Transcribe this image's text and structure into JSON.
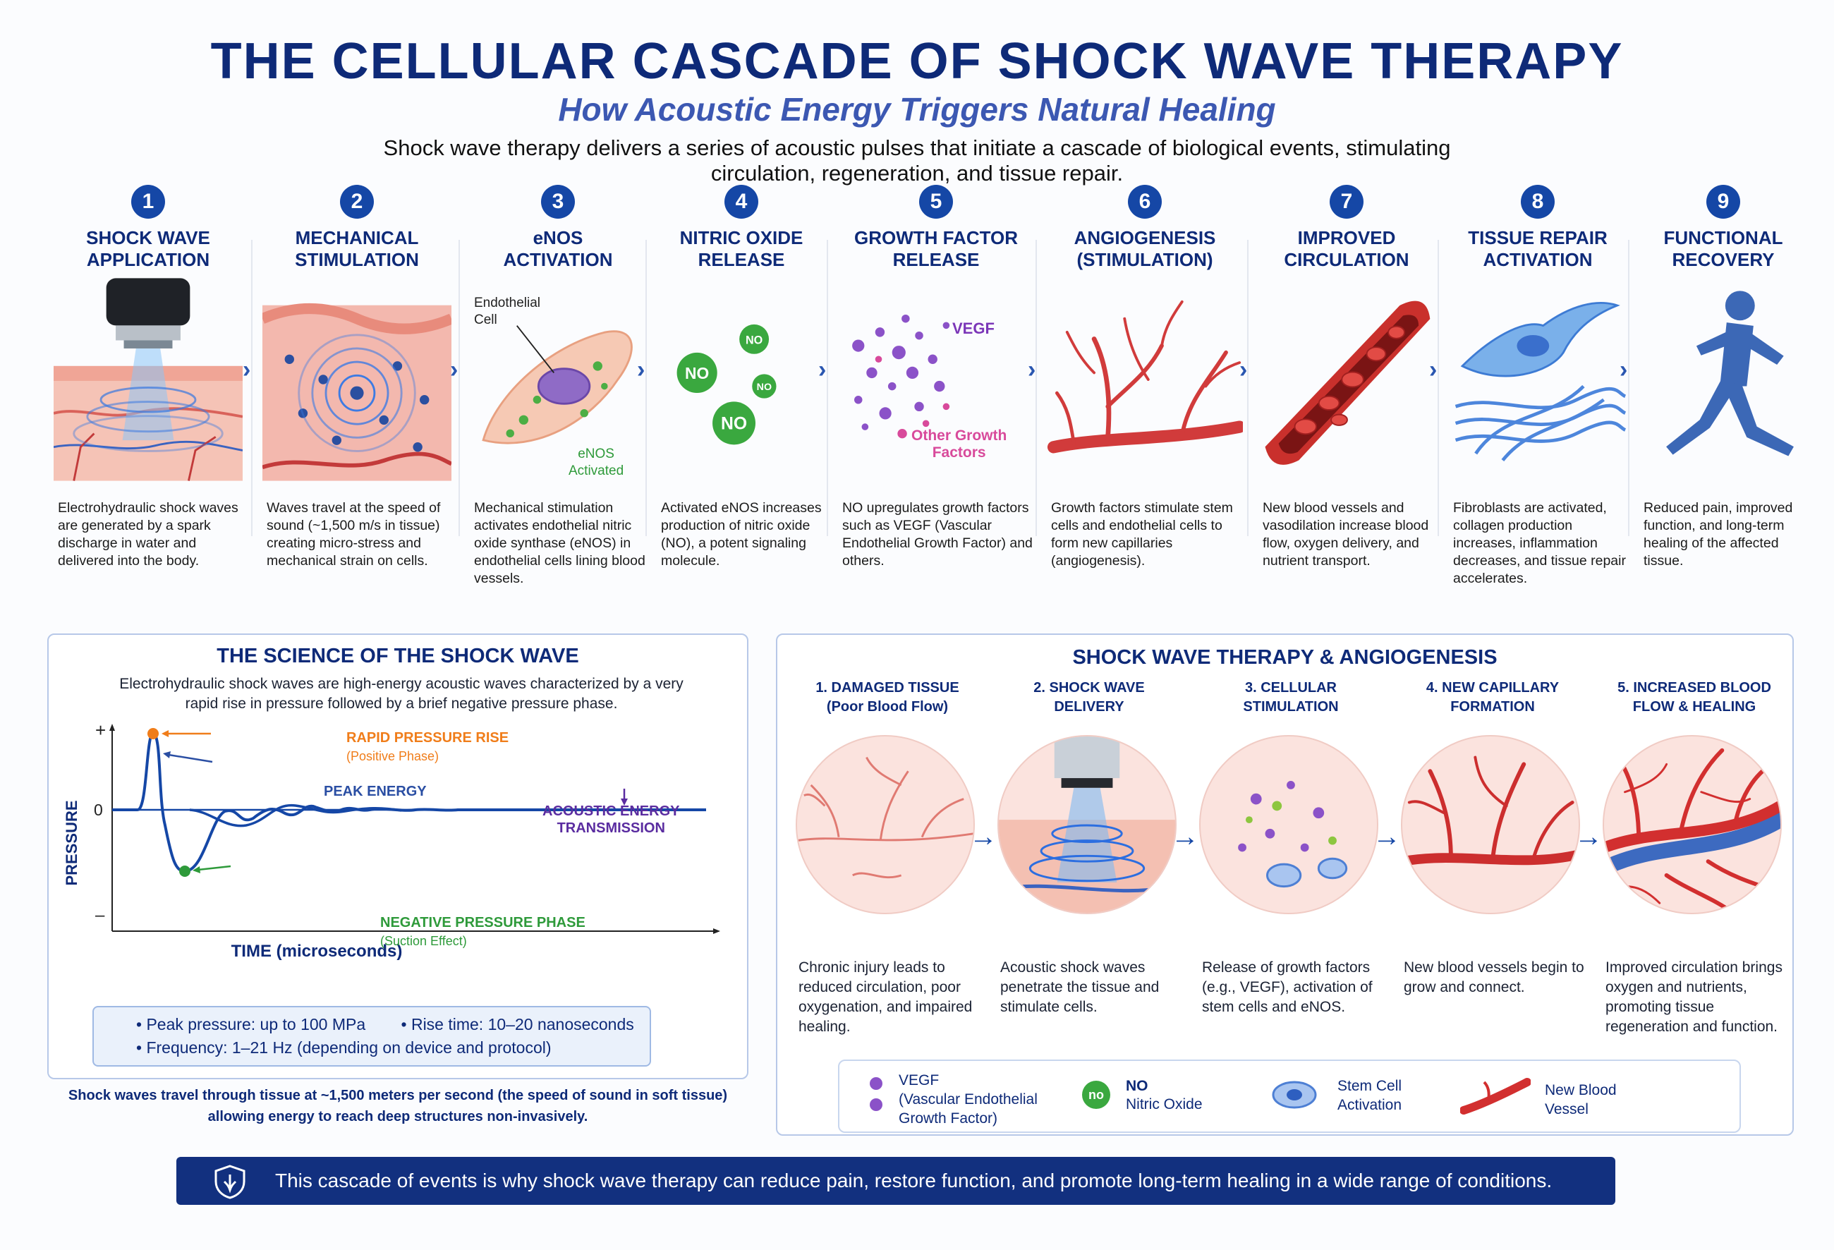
{
  "header": {
    "title": "THE CELLULAR CASCADE OF SHOCK WAVE THERAPY",
    "subtitle": "How Acoustic Energy Triggers Natural Healing",
    "intro": "Shock wave therapy delivers a series of acoustic pulses that initiate a cascade of biological events, stimulating circulation, regeneration, and tissue repair."
  },
  "steps": [
    {
      "num": "1",
      "title": "SHOCK WAVE\nAPPLICATION",
      "desc": "Electrohydraulic shock waves are generated by a spark discharge in water and delivered into the body."
    },
    {
      "num": "2",
      "title": "MECHANICAL\nSTIMULATION",
      "desc": "Waves travel at the speed of sound (~1,500 m/s in tissue) creating micro-stress and mechanical strain on cells."
    },
    {
      "num": "3",
      "title": "eNOS\nACTIVATION",
      "desc": "Mechanical stimulation activates endothelial nitric oxide synthase (eNOS) in endothelial cells lining blood vessels."
    },
    {
      "num": "4",
      "title": "NITRIC OXIDE\nRELEASE",
      "desc": "Activated eNOS increases production of nitric oxide (NO), a potent signaling molecule."
    },
    {
      "num": "5",
      "title": "GROWTH FACTOR\nRELEASE",
      "desc": "NO upregulates growth factors such as VEGF (Vascular Endothelial Growth Factor) and others."
    },
    {
      "num": "6",
      "title": "ANGIOGENESIS\n(STIMULATION)",
      "desc": "Growth factors stimulate stem cells and endothelial cells to form new capillaries (angiogenesis)."
    },
    {
      "num": "7",
      "title": "IMPROVED\nCIRCULATION",
      "desc": "New blood vessels and vasodilation increase blood flow, oxygen delivery, and nutrient transport."
    },
    {
      "num": "8",
      "title": "TISSUE REPAIR\nACTIVATION",
      "desc": "Fibroblasts are activated, collagen production increases, inflammation decreases, and tissue repair accelerates."
    },
    {
      "num": "9",
      "title": "FUNCTIONAL\nRECOVERY",
      "desc": "Reduced pain, improved function, and long-term healing of the affected tissue."
    }
  ],
  "step_labels": {
    "endothelial_cell": "Endothelial\nCell",
    "enos_activated": "eNOS\nActivated",
    "no": "NO",
    "vegf": "VEGF",
    "other_growth": "Other Growth\nFactors"
  },
  "science": {
    "title": "THE SCIENCE OF THE SHOCK WAVE",
    "desc": "Electrohydraulic shock waves are high-energy acoustic waves characterized by a very rapid rise in pressure followed by a brief negative pressure phase.",
    "ylabel": "PRESSURE",
    "xlabel": "TIME (microseconds)",
    "y_plus": "+",
    "y_zero": "0",
    "y_minus": "–",
    "annotations": {
      "rapid_rise": "RAPID PRESSURE RISE",
      "rapid_rise_sub": "(Positive Phase)",
      "peak_energy": "PEAK ENERGY",
      "acoustic": "ACOUSTIC ENERGY\nTRANSMISSION",
      "negative": "NEGATIVE PRESSURE PHASE",
      "negative_sub": "(Suction Effect)"
    },
    "specs": {
      "peak": "•  Peak pressure: up to 100 MPa",
      "rise": "•  Rise time: 10–20 nanoseconds",
      "frequency": "•  Frequency: 1–21 Hz (depending on device and protocol)"
    },
    "note": "Shock waves travel through tissue at ~1,500 meters per second (the speed of sound in soft tissue) allowing energy to reach deep structures non-invasively.",
    "colors": {
      "rise": "#f07d1a",
      "peak": "#2a4ea3",
      "negative": "#2e9a3a",
      "acoustic": "#5a2ca0",
      "wave": "#1547a6"
    }
  },
  "angio": {
    "title": "SHOCK WAVE THERAPY & ANGIOGENESIS",
    "stages": [
      {
        "title": "1. DAMAGED TISSUE\n(Poor Blood Flow)",
        "desc": "Chronic injury leads to reduced circulation, poor oxygenation, and impaired healing."
      },
      {
        "title": "2. SHOCK WAVE\nDELIVERY",
        "desc": "Acoustic shock waves penetrate the tissue and stimulate cells."
      },
      {
        "title": "3. CELLULAR\nSTIMULATION",
        "desc": "Release of growth factors (e.g., VEGF), activation of stem cells and eNOS."
      },
      {
        "title": "4. NEW CAPILLARY\nFORMATION",
        "desc": "New blood vessels begin to grow and connect."
      },
      {
        "title": "5. INCREASED BLOOD\nFLOW & HEALING",
        "desc": "Improved circulation brings oxygen and nutrients, promoting tissue regeneration and function."
      }
    ],
    "legend": {
      "vegf": "VEGF\n(Vascular Endothelial\nGrowth Factor)",
      "no_title": "NO",
      "no_sub": "Nitric Oxide",
      "no_badge": "no",
      "stem": "Stem Cell\nActivation",
      "vessel": "New Blood\nVessel"
    }
  },
  "banner": "This cascade of events is why shock wave therapy can reduce pain, restore function, and promote long-term healing in a wide range of conditions."
}
